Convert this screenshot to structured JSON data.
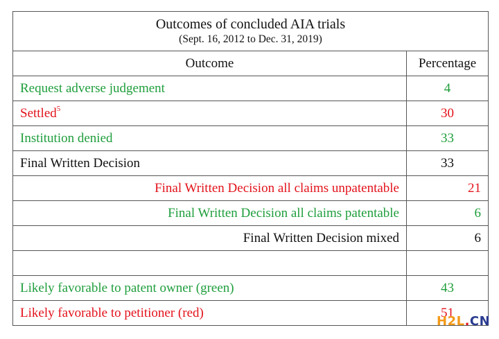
{
  "table": {
    "title": "Outcomes of concluded AIA trials",
    "subtitle": "(Sept. 16, 2012 to Dec. 31, 2019)",
    "col_outcome": "Outcome",
    "col_percentage": "Percentage",
    "rows": [
      {
        "label": "Request adverse judgement",
        "sup": "",
        "value": "4"
      },
      {
        "label": "Settled",
        "sup": "5",
        "value": "30"
      },
      {
        "label": "Institution denied",
        "sup": "",
        "value": "33"
      },
      {
        "label": "Final Written Decision",
        "sup": "",
        "value": "33"
      },
      {
        "label": "Final Written Decision all claims unpatentable",
        "sup": "",
        "value": "21"
      },
      {
        "label": "Final Written Decision all claims patentable",
        "sup": "",
        "value": "6"
      },
      {
        "label": "Final Written Decision mixed",
        "sup": "",
        "value": "6"
      },
      {
        "label": "",
        "sup": "",
        "value": ""
      },
      {
        "label": "Likely favorable to patent owner (green)",
        "sup": "",
        "value": "43"
      },
      {
        "label": "Likely favorable to petitioner (red)",
        "sup": "",
        "value": "51"
      }
    ]
  },
  "watermark": {
    "h2l": "H2L",
    "dot": ".",
    "cn": "CN"
  },
  "colors": {
    "green": "#1f9e3c",
    "red": "#e3121b",
    "text": "#111111"
  }
}
